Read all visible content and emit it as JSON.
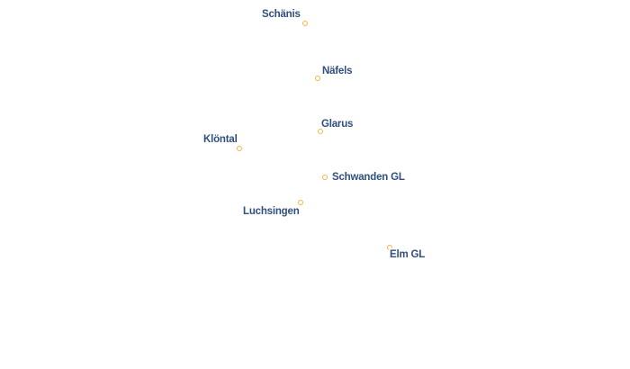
{
  "map": {
    "places": [
      {
        "name": "Schänis"
      },
      {
        "name": "Näfels"
      },
      {
        "name": "Glarus"
      },
      {
        "name": "Klöntal"
      },
      {
        "name": "Schwanden GL"
      },
      {
        "name": "Luchsingen"
      },
      {
        "name": "Elm GL"
      }
    ]
  },
  "colors": {
    "label": "#2f4f7f",
    "marker_stroke": "#f2b544",
    "background": "#ffffff"
  }
}
